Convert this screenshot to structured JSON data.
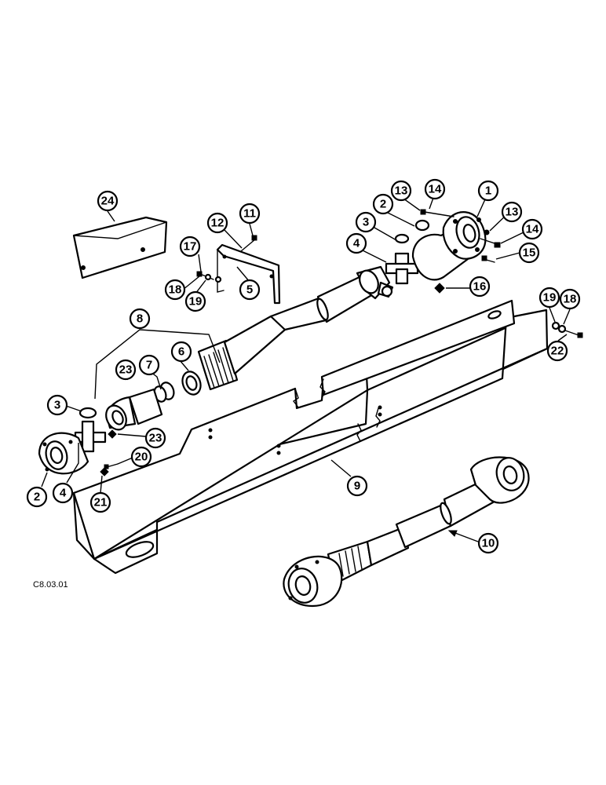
{
  "figure": {
    "reference_code": "C8.03.01",
    "callouts": [
      "24",
      "11",
      "12",
      "17",
      "18",
      "19",
      "5",
      "13",
      "14",
      "1",
      "2",
      "3",
      "4",
      "13",
      "14",
      "15",
      "16",
      "8",
      "23",
      "7",
      "6",
      "3",
      "23",
      "20",
      "2",
      "4",
      "21",
      "9",
      "19",
      "18",
      "22",
      "10"
    ]
  }
}
